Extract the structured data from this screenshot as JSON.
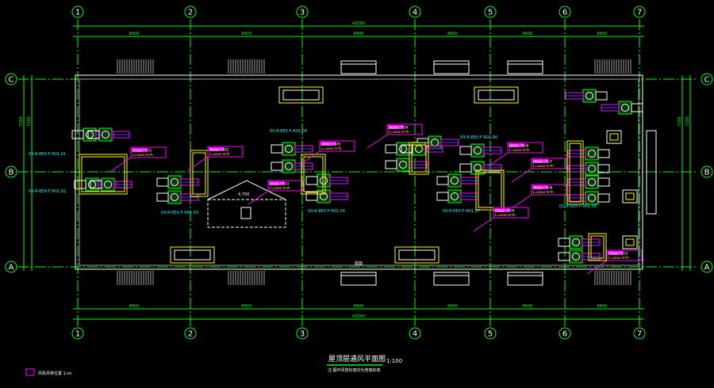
{
  "drawing": {
    "title": "屋顶层通风平面图",
    "scale": "1:100",
    "note": "注:图中风管标高均为管底标高",
    "legend_label": "风机吊架位置 1:xx",
    "roof_label": "屋面",
    "elevation_mark": "4.700"
  },
  "axes": {
    "columns": [
      "1",
      "2",
      "3",
      "4",
      "5",
      "6",
      "7"
    ],
    "rows": [
      "C",
      "B",
      "A"
    ]
  },
  "dimensions": {
    "bay": "8400",
    "total": "42000",
    "row_bay": "7200"
  },
  "equipment_tags": [
    "03-R-EEX-F-R01.01",
    "03-R-EEX-F-R01.02",
    "03-R-EEX-F-R01.03",
    "03-R-EEX-F-R01.04",
    "03-R-EEX-F-R01.05",
    "03-R-EEX-F-R01.06",
    "03-R-EEX-F-R01.07",
    "03-R-EEX-F-R01.08"
  ],
  "callouts": [
    "排风机 FP-01",
    "排风机 FP-02",
    "排风机 FP-03",
    "排风机 FP-04",
    "排风机 FP-05",
    "排风机 FP-06",
    "排风机 FP-07",
    "排风机 FP-08",
    "排风机 FP-09",
    "排风机 FP-10"
  ],
  "callout_sub": "L=xxxx m³/h",
  "colors": {
    "axis": "#00ff00",
    "wall": "#ffffff",
    "duct": "#ffff00",
    "tag": "#ff00ff",
    "dim": "#00ffff"
  }
}
